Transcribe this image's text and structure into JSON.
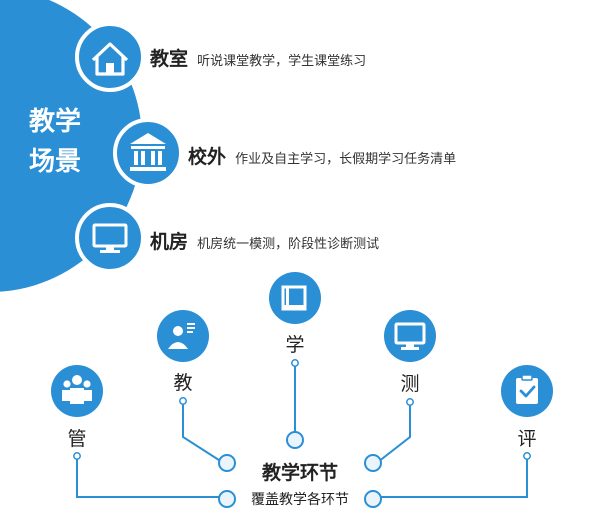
{
  "section_title_line1": "教学",
  "section_title_line2": "场景",
  "scenes": [
    {
      "name": "教室",
      "desc": "听说课堂教学，学生课堂练习",
      "icon": "house-icon"
    },
    {
      "name": "校外",
      "desc": "作业及自主学习，长假期学习任务清单",
      "icon": "building-icon"
    },
    {
      "name": "机房",
      "desc": "机房统一模测，阶段性诊断测试",
      "icon": "monitor-icon"
    }
  ],
  "links": [
    {
      "label": "管",
      "icon": "people-icon"
    },
    {
      "label": "教",
      "icon": "teacher-icon"
    },
    {
      "label": "学",
      "icon": "book-icon"
    },
    {
      "label": "测",
      "icon": "monitor-icon"
    },
    {
      "label": "评",
      "icon": "clipboard-check-icon"
    }
  ],
  "center_title": "教学环节",
  "center_subtitle": "覆盖教学各环节",
  "colors": {
    "primary": "#2b8fd6",
    "dark_ring": "#1976c4",
    "light_dot": "#eaf4fc"
  }
}
